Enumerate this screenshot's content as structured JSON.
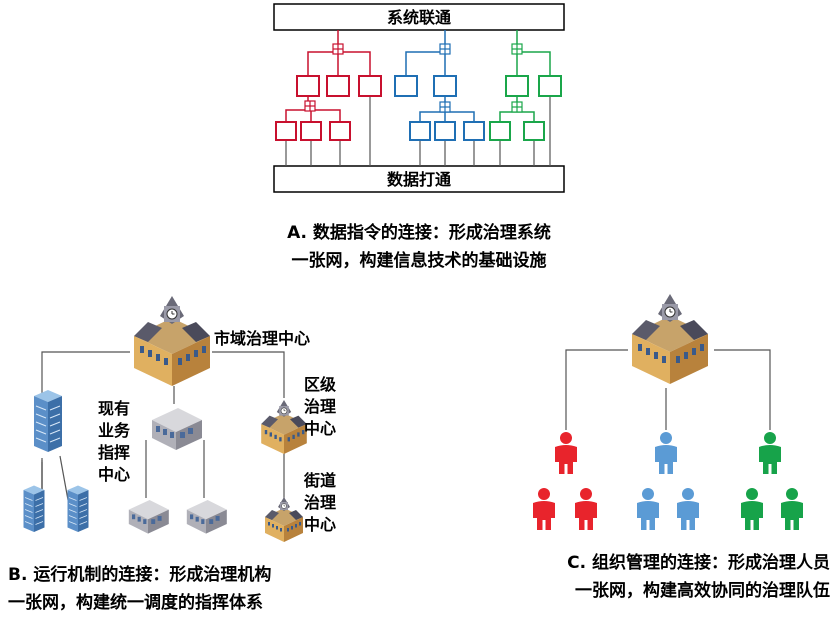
{
  "panel_a": {
    "top_bar_label": "系统联通",
    "bottom_bar_label": "数据打通",
    "caption_line1": "A. 数据指令的连接：形成治理系统",
    "caption_line2": "一张网，构建信息技术的基础设施",
    "colors": {
      "red": "#c8102e",
      "blue": "#1f6fb4",
      "green": "#1aa64a",
      "line": "#555555"
    }
  },
  "panel_b": {
    "city_center_label": "市域治理中心",
    "existing_center_label_lines": [
      "现有",
      "业务",
      "指挥",
      "中心"
    ],
    "district_center_label_lines": [
      "区级",
      "治理",
      "中心"
    ],
    "street_center_label_lines": [
      "街道",
      "治理",
      "中心"
    ],
    "caption_line1": "B. 运行机制的连接：形成治理机构",
    "caption_line2": "一张网，构建统一调度的指挥体系"
  },
  "panel_c": {
    "caption_line1": "C. 组织管理的连接：形成治理人员",
    "caption_line2": "一张网，构建高效协同的治理队伍",
    "colors": {
      "red": "#e8242c",
      "blue": "#5b9bd5",
      "green": "#17a34a"
    }
  }
}
